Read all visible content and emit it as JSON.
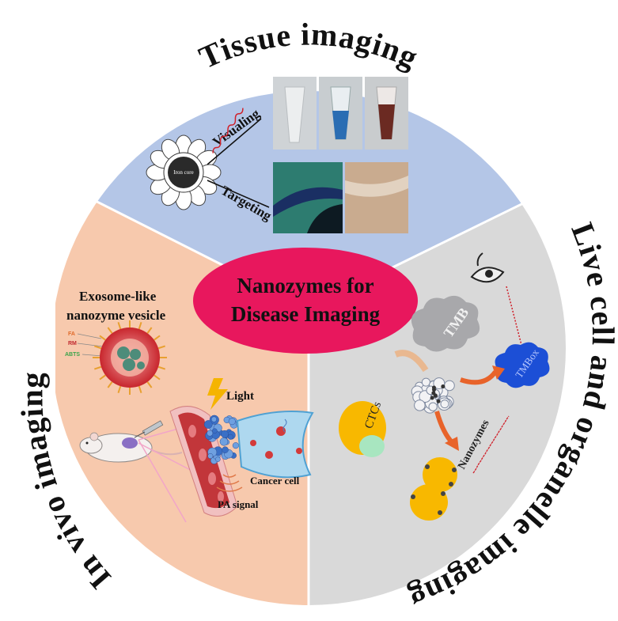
{
  "center": {
    "line1": "Nanozymes for",
    "line2": "Disease Imaging",
    "color": "#e8175d"
  },
  "sectors": {
    "tissue": {
      "title": "Tissue   imaging",
      "color": "#b4c6e7",
      "labels": {
        "visualing": "Visualing",
        "targeting": "Targeting",
        "iron_core": "Iron core"
      }
    },
    "invivo": {
      "title": "In vivo imaging",
      "color": "#f7c9ad",
      "labels": {
        "vesicle_line1": "Exosome-like",
        "vesicle_line2": "nanozyme vesicle",
        "fa": "FA",
        "rm": "RM",
        "abts": "ABTS",
        "light": "Light",
        "pa_signal": "PA signal",
        "cancer_cell": "Cancer cell"
      }
    },
    "live": {
      "title": "Live cell and organelle imaging",
      "color": "#d9d9d9",
      "labels": {
        "tmb": "TMB",
        "tmbox": "TMBox",
        "ctcs": "CTCs",
        "nanozymes": "Nanozymes"
      }
    }
  },
  "icons": [
    "iron-core-icon",
    "mouse-icon",
    "syringe-icon",
    "eye-icon",
    "lightning-icon",
    "vesicle-icon",
    "cell-icon"
  ]
}
